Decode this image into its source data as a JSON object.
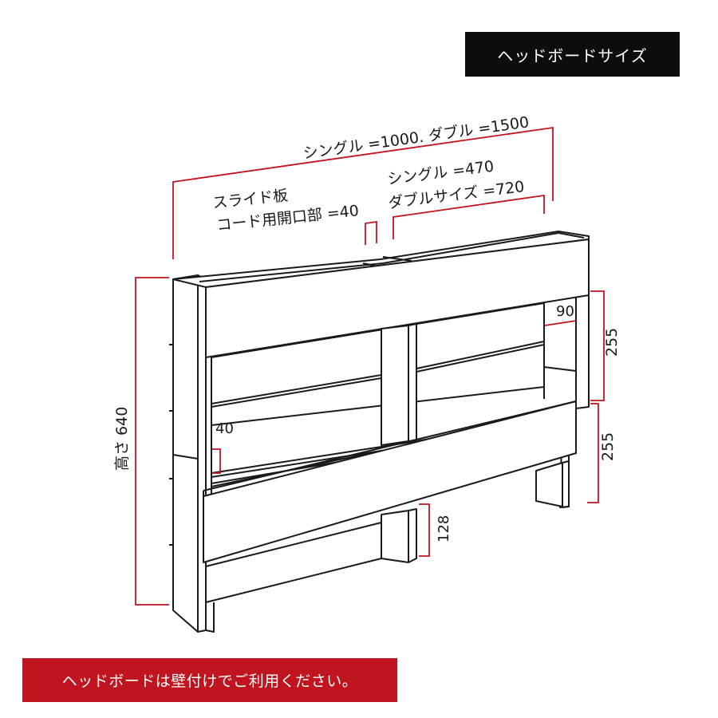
{
  "title": "ヘッドボードサイズ",
  "note": "ヘッドボードは壁付けでご利用ください。",
  "dimensions": {
    "total_width": "シングル =1000. ダブル =1500",
    "inner_width_single": "シングル =470",
    "inner_width_double": "ダブルサイズ =720",
    "slide_plate": "スライド板",
    "cord_opening": "コード用開口部 =40",
    "height": "高さ 640",
    "depth": "90",
    "upper_shelf_height": "255",
    "lower_shelf_height": "255",
    "inner_gap": "40",
    "leg_height": "128"
  },
  "colors": {
    "dimension_line": "#c0141f",
    "outline": "#1a1a1a",
    "title_bg": "#0d0d0d",
    "note_bg": "#c0141f"
  }
}
